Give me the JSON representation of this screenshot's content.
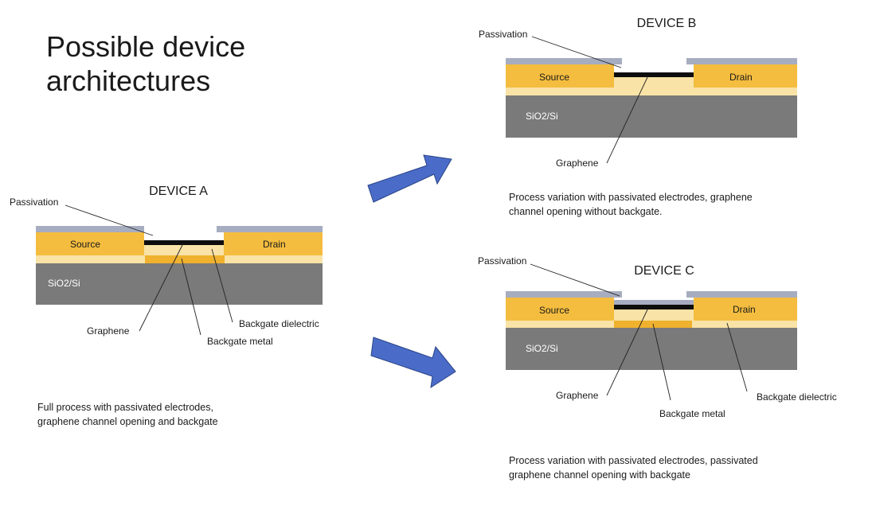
{
  "title_lines": [
    "Possible device",
    "architectures"
  ],
  "colors": {
    "passivation": "#a7adc0",
    "electrode": "#f4bd3f",
    "dielectric": "#f9e3a6",
    "backgate_metal": "#f0b12e",
    "substrate": "#7a7a7a",
    "graphene": "#0d0d0d",
    "arrow_fill": "#4a6cc8",
    "arrow_stroke": "#2a4487",
    "leader": "#222222"
  },
  "device_a": {
    "title": "DEVICE A",
    "source": "Source",
    "drain": "Drain",
    "substrate": "SiO2/Si",
    "passivation": "Passivation",
    "graphene": "Graphene",
    "backgate_metal": "Backgate metal",
    "backgate_dielectric": "Backgate dielectric",
    "caption": [
      "Full process with passivated electrodes,",
      "graphene channel opening and backgate"
    ]
  },
  "device_b": {
    "title": "DEVICE B",
    "source": "Source",
    "drain": "Drain",
    "substrate": "SiO2/Si",
    "passivation": "Passivation",
    "graphene": "Graphene",
    "caption": [
      "Process variation with passivated electrodes, graphene",
      "channel opening without backgate."
    ]
  },
  "device_c": {
    "title": "DEVICE C",
    "source": "Source",
    "drain": "Drain",
    "substrate": "SiO2/Si",
    "passivation": "Passivation",
    "graphene": "Graphene",
    "backgate_metal": "Backgate metal",
    "backgate_dielectric": "Backgate dielectric",
    "caption": [
      "Process variation with passivated electrodes, passivated",
      "graphene channel opening with backgate"
    ]
  }
}
